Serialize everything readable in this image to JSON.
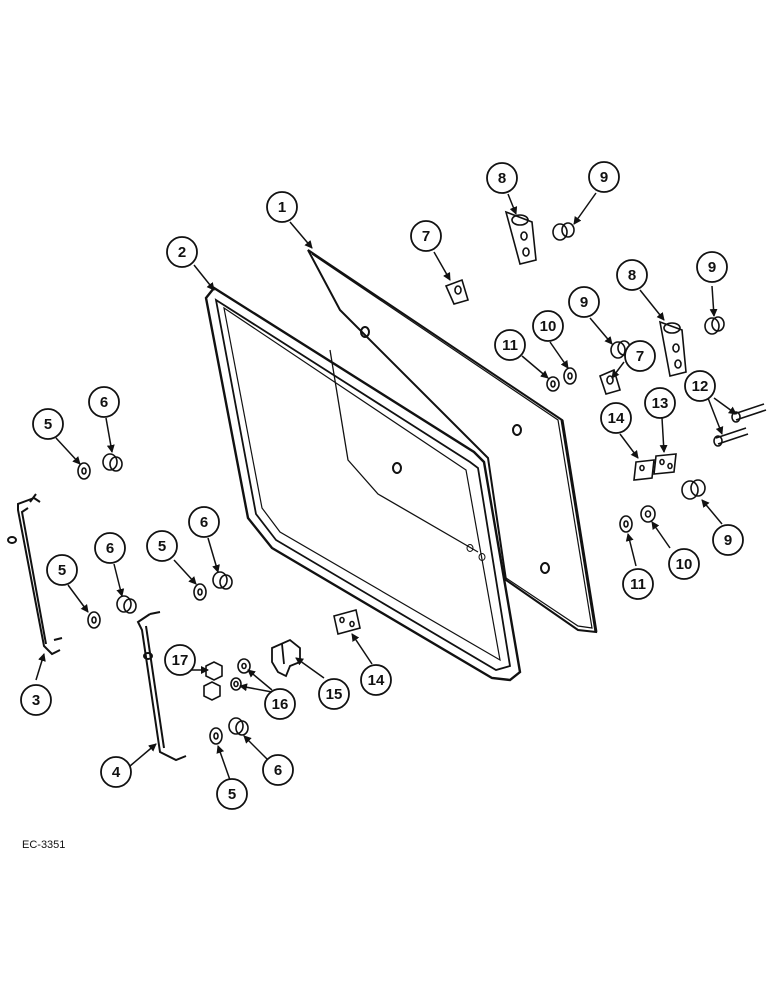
{
  "diagram": {
    "drawing_code": "EC-3351",
    "callouts": [
      {
        "id": "c1",
        "label": "1"
      },
      {
        "id": "c2",
        "label": "2"
      },
      {
        "id": "c3",
        "label": "3"
      },
      {
        "id": "c4",
        "label": "4"
      },
      {
        "id": "c5a",
        "label": "5"
      },
      {
        "id": "c5b",
        "label": "5"
      },
      {
        "id": "c5c",
        "label": "5"
      },
      {
        "id": "c5d",
        "label": "5"
      },
      {
        "id": "c6a",
        "label": "6"
      },
      {
        "id": "c6b",
        "label": "6"
      },
      {
        "id": "c6c",
        "label": "6"
      },
      {
        "id": "c6d",
        "label": "6"
      },
      {
        "id": "c7a",
        "label": "7"
      },
      {
        "id": "c7b",
        "label": "7"
      },
      {
        "id": "c8a",
        "label": "8"
      },
      {
        "id": "c8b",
        "label": "8"
      },
      {
        "id": "c9a",
        "label": "9"
      },
      {
        "id": "c9b",
        "label": "9"
      },
      {
        "id": "c9c",
        "label": "9"
      },
      {
        "id": "c9d",
        "label": "9"
      },
      {
        "id": "c10a",
        "label": "10"
      },
      {
        "id": "c10b",
        "label": "10"
      },
      {
        "id": "c11a",
        "label": "11"
      },
      {
        "id": "c11b",
        "label": "11"
      },
      {
        "id": "c12",
        "label": "12"
      },
      {
        "id": "c13",
        "label": "13"
      },
      {
        "id": "c14a",
        "label": "14"
      },
      {
        "id": "c14b",
        "label": "14"
      },
      {
        "id": "c15",
        "label": "15"
      },
      {
        "id": "c16",
        "label": "16"
      },
      {
        "id": "c17",
        "label": "17"
      }
    ]
  }
}
